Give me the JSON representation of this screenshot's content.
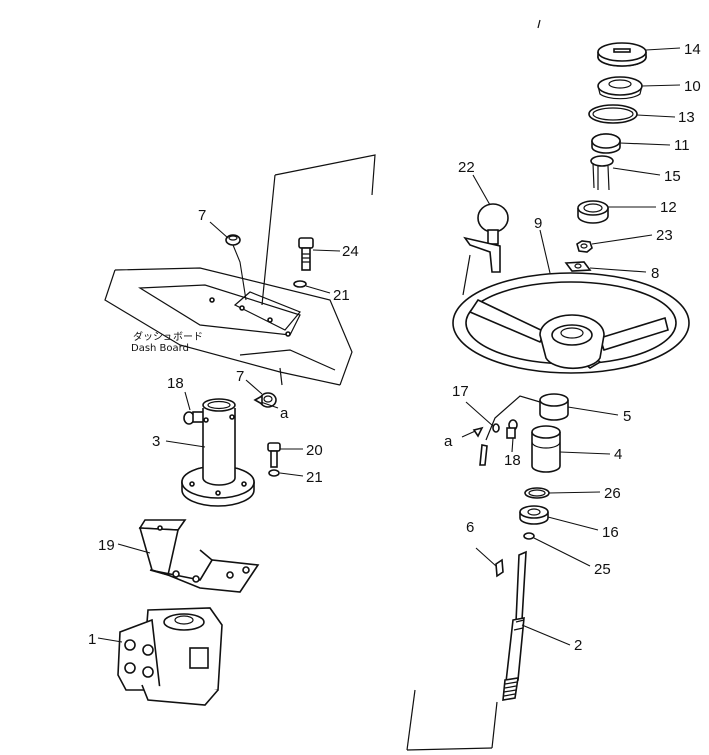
{
  "callouts": {
    "p1": "1",
    "p2": "2",
    "p3": "3",
    "p4": "4",
    "p5": "5",
    "p6": "6",
    "p7a": "7",
    "p7b": "7",
    "p8": "8",
    "p9": "9",
    "p10": "10",
    "p11": "11",
    "p12": "12",
    "p13": "13",
    "p14": "14",
    "p15": "15",
    "p16": "16",
    "p17": "17",
    "p18a": "18",
    "p18b": "18",
    "p19": "19",
    "p20": "20",
    "p21a": "21",
    "p21b": "21",
    "p22": "22",
    "p23": "23",
    "p24": "24",
    "p25": "25",
    "p26": "26",
    "a1": "a",
    "a2": "a"
  },
  "dash_board": {
    "japanese": "ダッシュボード",
    "english": "Dash Board"
  }
}
